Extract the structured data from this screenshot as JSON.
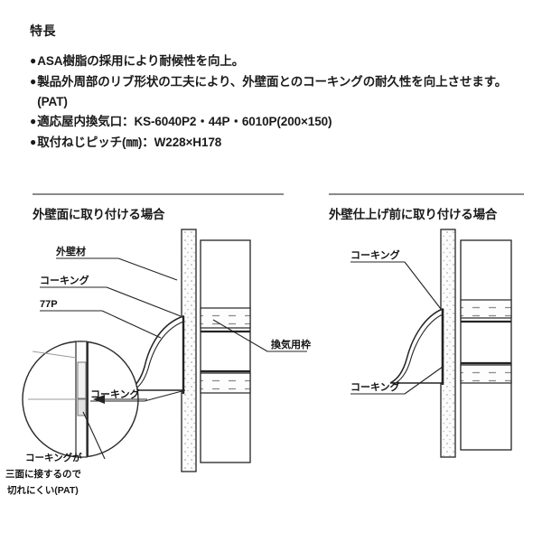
{
  "features": {
    "title": "特長",
    "bullet_glyph": "●",
    "items": [
      "ASA樹脂の採用により耐候性を向上。",
      "製品外周部のリブ形状の工夫により、外壁面とのコーキングの耐久性を向上させます。(PAT)",
      "適応屋内換気口：KS-6040P2・44P・6010P(200×150)",
      "取付ねじピッチ(㎜)：W228×H178"
    ]
  },
  "panels": {
    "left": {
      "heading": "外壁面に取り付ける場合",
      "labels": {
        "outer_wall_material": "外壁材",
        "caulking_top": "コーキング",
        "part_77p": "77P",
        "vent_frame": "換気用枠",
        "caulking_bottom": "コーキング",
        "detail_note_line1": "コーキングが",
        "detail_note_line2": "三面に接するので",
        "detail_note_line3": "切れにくい(PAT)"
      }
    },
    "right": {
      "heading": "外壁仕上げ前に取り付ける場合",
      "labels": {
        "caulking_top": "コーキング",
        "caulking_bottom": "コーキング"
      }
    }
  },
  "colors": {
    "ink": "#1a1a1a",
    "rule": "#8a8a8a",
    "line": "#222222",
    "wall_fill": "#fbfbfb",
    "band_fill": "#f4f4f4",
    "background": "#ffffff"
  }
}
